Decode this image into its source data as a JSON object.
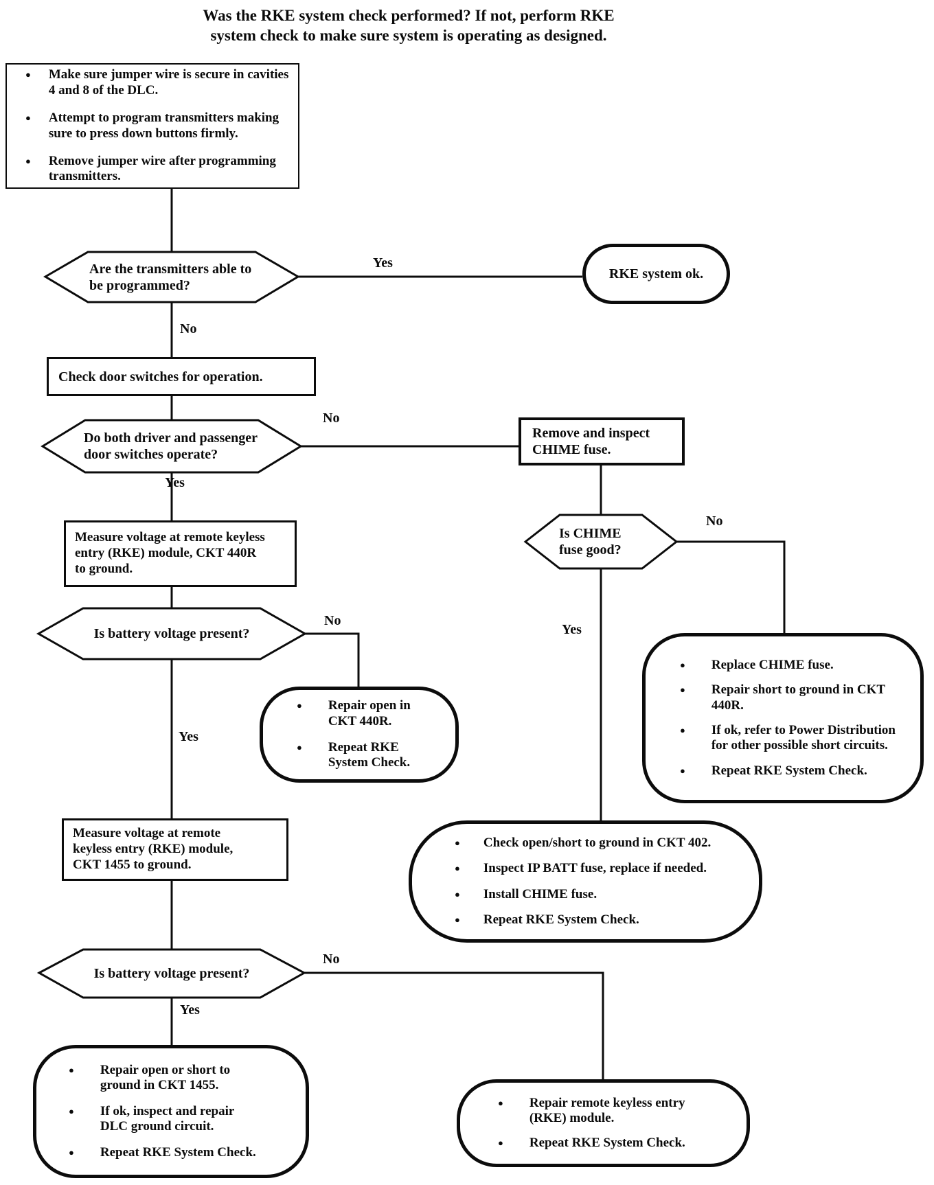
{
  "title": {
    "line1": "Was the RKE system check performed? If not, perform RKE",
    "line2": "system check to make sure system is operating as designed."
  },
  "labels": {
    "yes": "Yes",
    "no": "No"
  },
  "nodes": {
    "start_checklist": {
      "bullets": [
        "Make sure jumper wire is secure in cavities 4 and 8 of the DLC.",
        "Attempt to program transmitters making sure to press down buttons firmly.",
        "Remove jumper wire after programming transmitters."
      ]
    },
    "q_transmitters_programmable": {
      "text": "Are the transmitters able to be programmed?"
    },
    "rke_system_ok": {
      "text": "RKE system ok."
    },
    "check_door_switches": {
      "text": "Check door switches for operation."
    },
    "q_door_switches_operate": {
      "text": "Do both driver and passenger door switches operate?"
    },
    "remove_inspect_chime_fuse": {
      "text": "Remove and inspect CHIME fuse."
    },
    "measure_voltage_ckt440r": {
      "text": "Measure voltage at remote keyless entry (RKE) module, CKT 440R to ground."
    },
    "q_chime_fuse_good": {
      "text": "Is CHIME fuse good?"
    },
    "q_battery_voltage_1": {
      "text": "Is battery voltage present?"
    },
    "repair_open_ckt440r": {
      "bullets": [
        "Repair open in CKT 440R.",
        "Repeat RKE System Check."
      ]
    },
    "replace_chime_fuse": {
      "bullets": [
        "Replace CHIME fuse.",
        "Repair short to ground in CKT 440R.",
        "If ok, refer to Power Distribution for other possible short circuits.",
        "Repeat RKE System Check."
      ]
    },
    "measure_voltage_ckt1455": {
      "text": "Measure voltage at remote keyless entry (RKE) module, CKT 1455 to ground."
    },
    "check_ckt402": {
      "bullets": [
        "Check open/short to ground in CKT 402.",
        "Inspect IP BATT fuse, replace if needed.",
        "Install CHIME fuse.",
        "Repeat RKE System Check."
      ]
    },
    "q_battery_voltage_2": {
      "text": "Is battery voltage present?"
    },
    "repair_ckt1455": {
      "bullets": [
        "Repair open or short to ground in CKT 1455.",
        "If ok, inspect and repair DLC ground circuit.",
        "Repeat RKE System Check."
      ]
    },
    "repair_rke_module": {
      "bullets": [
        "Repair remote keyless entry (RKE) module.",
        "Repeat RKE System Check."
      ]
    }
  }
}
